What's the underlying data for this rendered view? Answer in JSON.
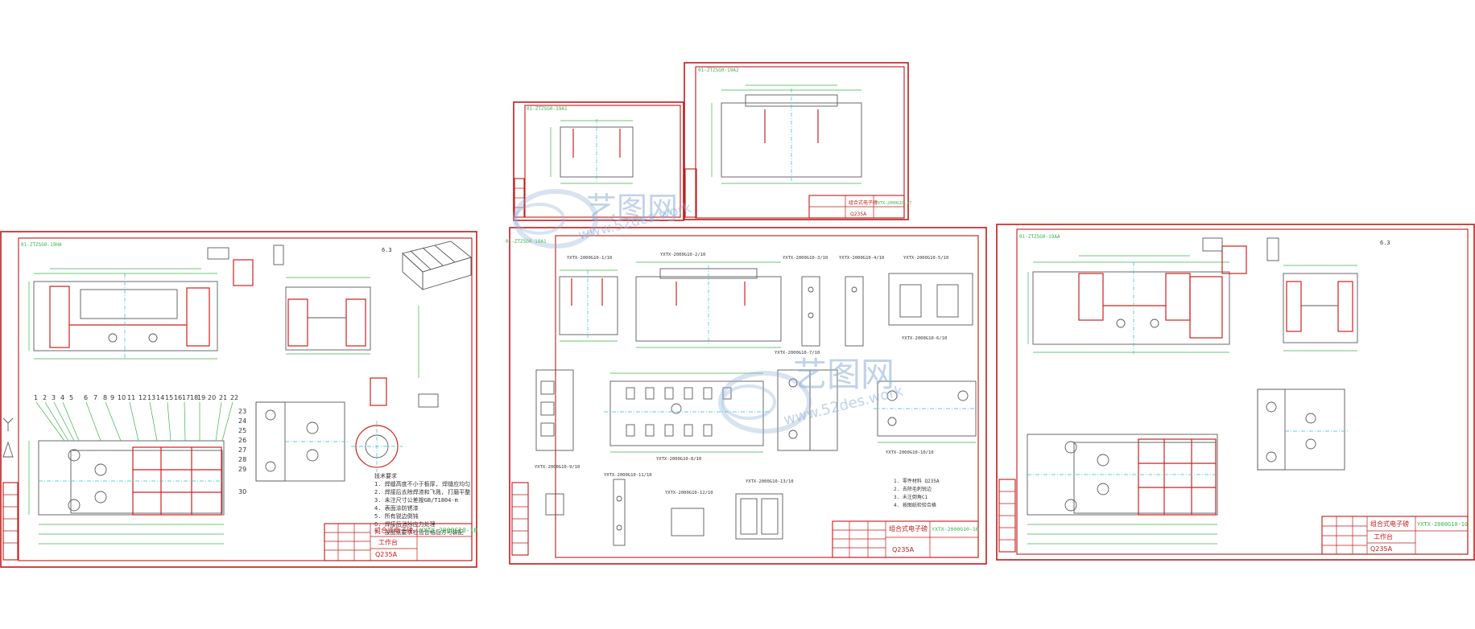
{
  "colors": {
    "frame": "#c21a1a",
    "dimension": "#39b54a",
    "centerline": "#2ec4c4",
    "outline": "#5a5a5a",
    "watermark": "#8fb0d8"
  },
  "watermark": {
    "cn": "艺图网",
    "domain": "www.52des.work"
  },
  "sheet_left": {
    "code_tag": "01-ZTZSG0-19HA",
    "title_block": {
      "name": "组合式电子磅",
      "sub": "工作台",
      "material": "Q235A",
      "drawing_no": "YXTX-2000G10-10"
    },
    "ticks": [
      "1",
      "2",
      "3",
      "4",
      "5",
      "6",
      "7",
      "8",
      "9",
      "10",
      "11",
      "12",
      "13",
      "14",
      "15",
      "16",
      "17",
      "18",
      "19",
      "20",
      "21",
      "22"
    ],
    "right_ticks": [
      "23",
      "24",
      "25",
      "26",
      "27",
      "28",
      "29",
      "30"
    ],
    "roughness": "6.3",
    "notes": [
      "技术要求",
      "1. 焊缝高度不小于板厚, 焊缝应均匀",
      "2. 焊接后去除焊渣和飞溅, 打磨平整",
      "3. 未注尺寸公差按GB/T1804-m",
      "4. 表面涂防锈漆",
      "5. 所有锐边倒钝",
      "6. 焊接后消除应力处理",
      "7. 按图纸要求检验合格后方可装配"
    ]
  },
  "sheet_mid_top_small": {
    "code_tag": "01-ZTZSG0-19A1"
  },
  "sheet_mid_top_large": {
    "code_tag": "01-ZTZSG0-19A2",
    "title_block": {
      "name": "组合式电子磅",
      "drawing_no": "YXTX-2000G10-17",
      "material": "Q235A"
    }
  },
  "sheet_center": {
    "code_tag": "01-ZTZSG0-19A1",
    "part_labels": [
      "YXTX-2000G10-1/10",
      "YXTX-2000G10-2/10",
      "YXTX-2000G10-3/10",
      "YXTX-2000G10-4/10",
      "YXTX-2000G10-5/10",
      "YXTX-2000G10-6/10",
      "YXTX-2000G10-7/10",
      "YXTX-2000G10-8/10",
      "YXTX-2000G10-9/10",
      "YXTX-2000G10-10/10",
      "YXTX-2000G10-11/10",
      "YXTX-2000G10-12/10",
      "YXTX-2000G10-13/10"
    ],
    "notes": [
      "1. 零件材料 Q235A",
      "2. 去除毛刺锐边",
      "3. 未注倒角C1",
      "4. 按图纸检验合格"
    ],
    "title_block": {
      "name": "组合式电子磅",
      "material": "Q235A",
      "drawing_no": "YXTX-2000G10-16"
    }
  },
  "sheet_right": {
    "code_tag": "01-ZTZSG0-19AA",
    "roughness": "6.3",
    "title_block": {
      "name": "组合式电子磅",
      "sub": "工作台",
      "material": "Q235A",
      "drawing_no": "YXTX-2000G10-10"
    }
  }
}
